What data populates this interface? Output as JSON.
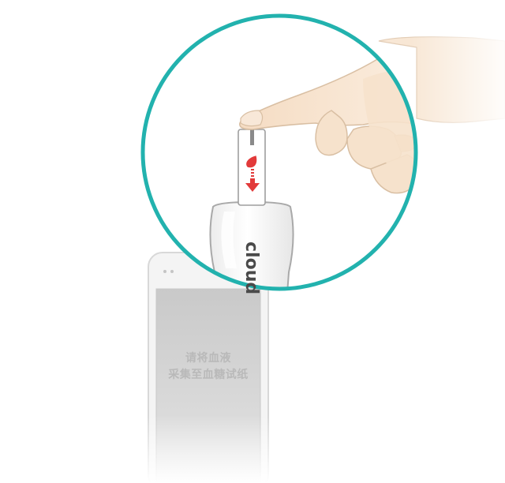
{
  "device": {
    "brand_label": "cloud",
    "screen_lines": [
      "请将血液",
      "采集至血糖试纸"
    ]
  },
  "colors": {
    "ring": "#22b2ae",
    "blood": "#e23a3a",
    "skin": "#f6e2cc",
    "skin_outline": "#d9bfa3",
    "phone_body": "#f3f3f3",
    "screen": "#cfcfcf"
  },
  "icons": [
    "blood-drop-icon",
    "down-arrow-icon"
  ]
}
